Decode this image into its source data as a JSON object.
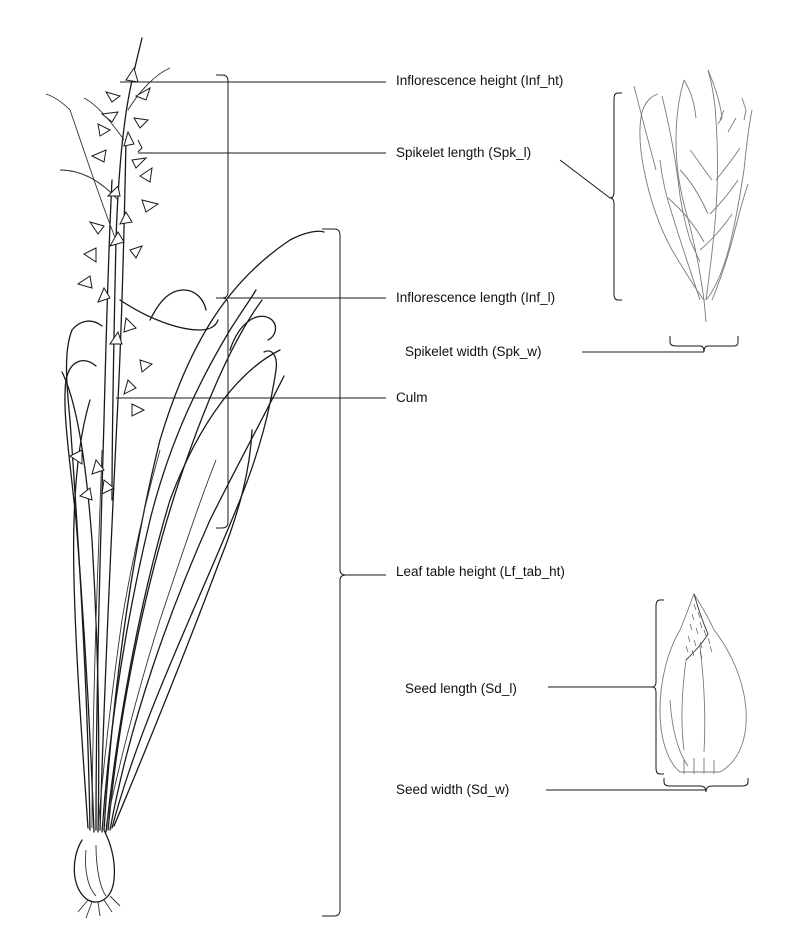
{
  "labels": {
    "inflorescence_height": "Inflorescence height (Inf_ht)",
    "spikelet_length": "Spikelet length (Spk_l)",
    "inflorescence_length": "Inflorescence length (Inf_l)",
    "spikelet_width": "Spikelet width (Spk_w)",
    "culm": "Culm",
    "leaf_table_height": "Leaf table height (Lf_tab_ht)",
    "seed_length": "Seed length (Sd_l)",
    "seed_width": "Seed width (Sd_w)"
  }
}
